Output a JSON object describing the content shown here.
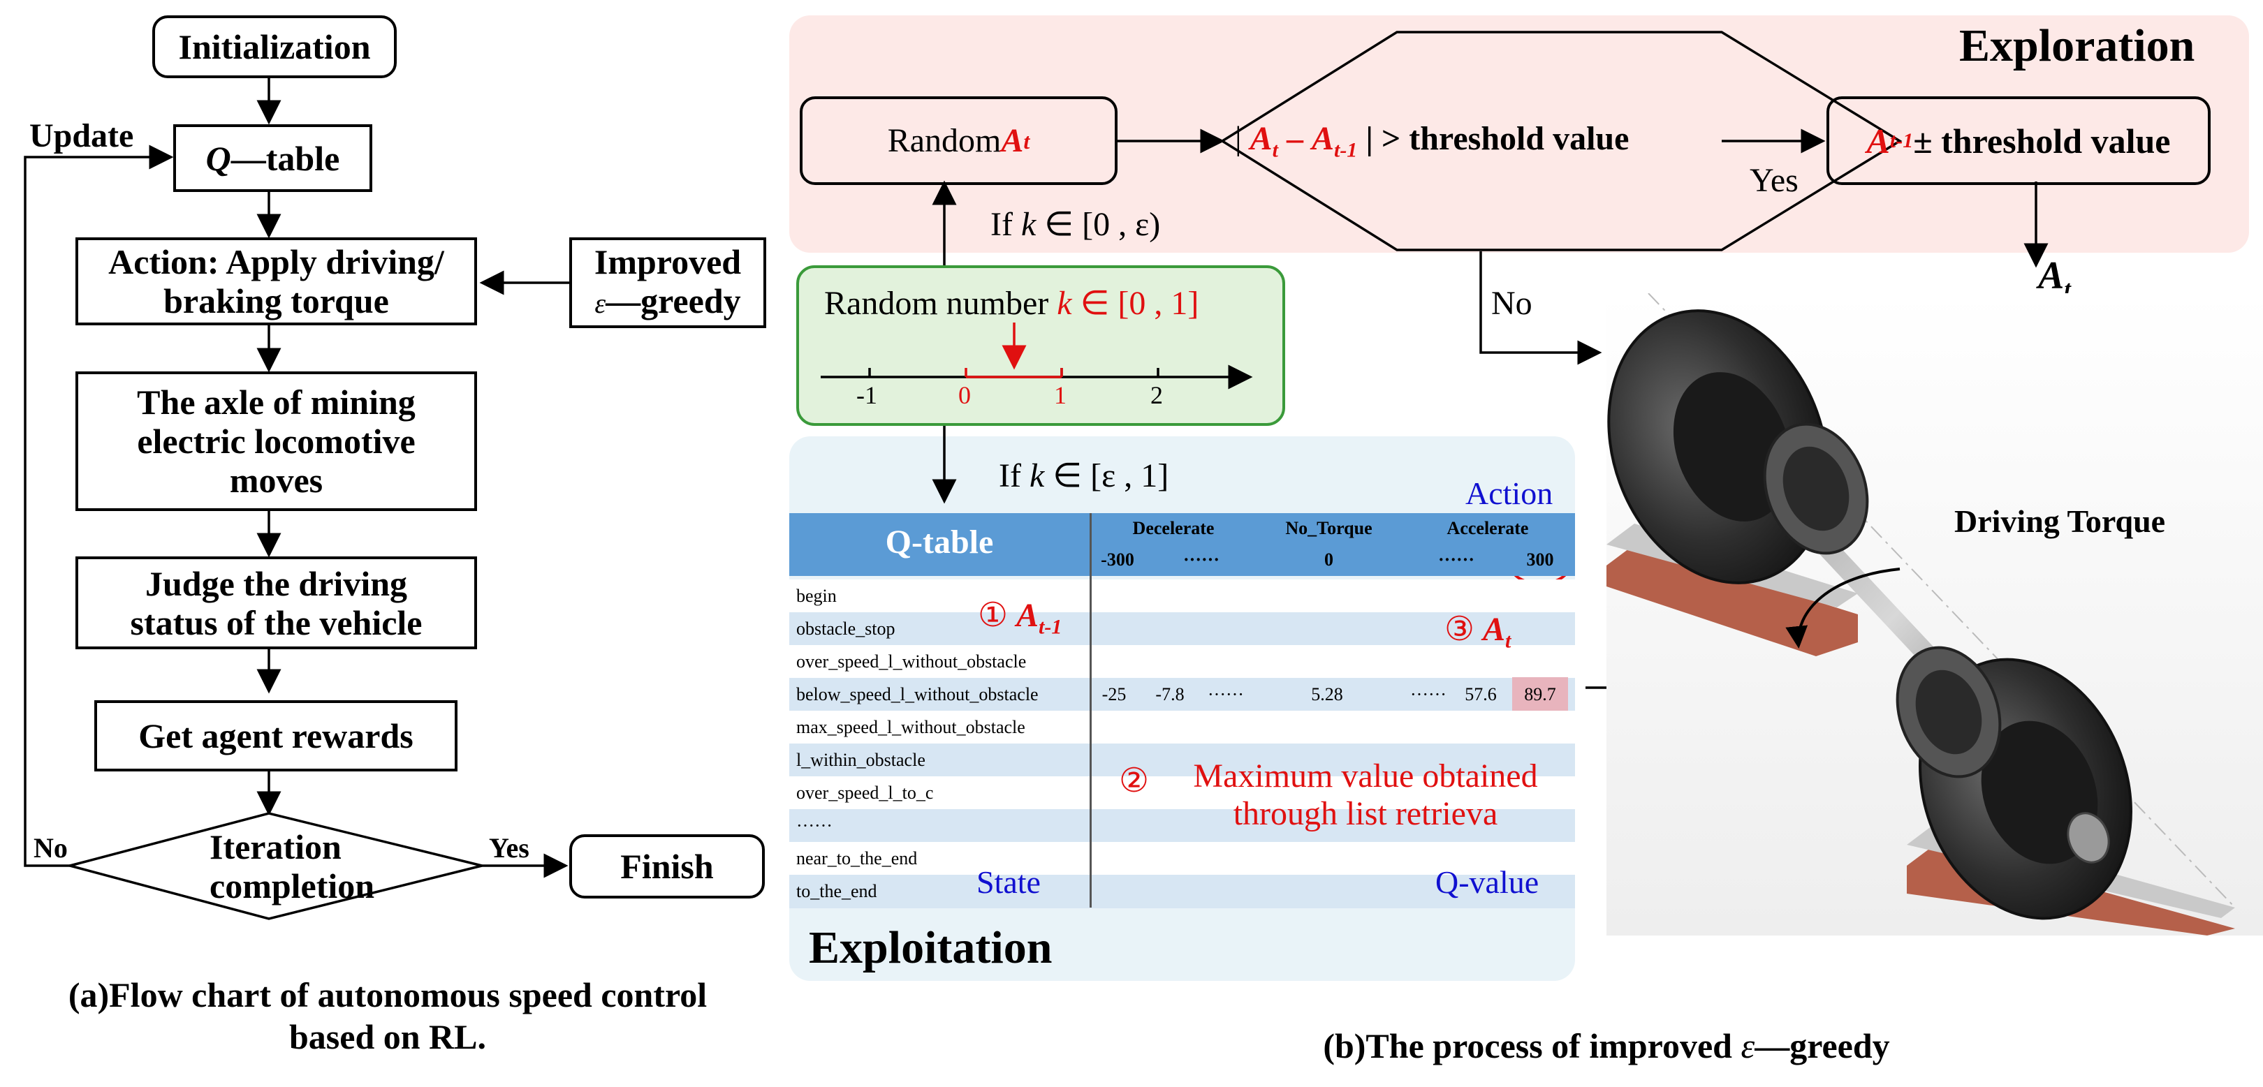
{
  "flowchart": {
    "init": "Initialization",
    "update_label": "Update",
    "qtable_q": "Q",
    "qtable_rest": "—table",
    "action_line1": "Action: Apply driving/",
    "action_line2": "braking torque",
    "improved_line1": "Improved",
    "improved_eps": "ε",
    "improved_rest": "—greedy",
    "axle_line1": "The axle of mining",
    "axle_line2": "electric locomotive",
    "axle_line3": "moves",
    "judge_line1": "Judge the driving",
    "judge_line2": "status of the vehicle",
    "rewards": "Get agent rewards",
    "iter_line1": "Iteration",
    "iter_line2": "completion",
    "no_label": "No",
    "yes_label": "Yes",
    "finish": "Finish",
    "caption_line1": "(a)Flow chart of autonomous speed control",
    "caption_line2": "based on RL."
  },
  "exploration": {
    "title": "Exploration",
    "random_text": "Random ",
    "A": "A",
    "t": "t",
    "tminus1": "t-1",
    "cond_open": "| ",
    "cond_minus": " – ",
    "cond_close": " | > threshold value",
    "pm_text": " ± threshold value",
    "yes": "Yes",
    "no": "No",
    "if_eps_prefix": "If ",
    "if_eps_k": "k",
    "if_eps_set": " ∈ [0 , ε)"
  },
  "random": {
    "text_prefix": "Random number ",
    "k": "k",
    "interval": " ∈ [0 , 1]",
    "ticks": [
      "-1",
      "0",
      "1",
      "2"
    ]
  },
  "exploitation": {
    "title": "Exploitation",
    "if_prefix": "If ",
    "k": "k",
    "interval": " ∈ [ε , 1]",
    "action_label": "Action",
    "state_label": "State",
    "qvalue_label": "Q-value",
    "marker1": "①",
    "marker2": "②",
    "marker3": "③",
    "max_line1": "Maximum value obtained",
    "max_line2": "through list retrieva"
  },
  "qtable": {
    "title": "Q-table",
    "groups": [
      "Decelerate",
      "No_Torque",
      "Accelerate"
    ],
    "subheaders": [
      "-300",
      "······",
      "0",
      "······",
      "300"
    ],
    "states": [
      "begin",
      "obstacle_stop",
      "over_speed_l_without_obstacle",
      "below_speed_l_without_obstacle",
      "max_speed_l_without_obstacle",
      "l_within_obstacle",
      "over_speed_l_to_c",
      "······",
      "near_to_the_end",
      "to_the_end"
    ],
    "highlight_row_values": [
      "-25",
      "-7.8",
      "······",
      "5.28",
      "······",
      "57.6",
      "89.7"
    ]
  },
  "right": {
    "driving_torque": "Driving Torque"
  },
  "caption_b": {
    "prefix": "(b)The process of improved ",
    "eps": "ε",
    "rest": "—greedy"
  },
  "colors": {
    "explore_bg": "#fde9e7",
    "exploit_bg": "#e9f3f8",
    "random_bg": "#e2f2dc",
    "table_header": "#5b9bd5",
    "accent_red": "#e01010",
    "accent_blue": "#1010d0"
  }
}
